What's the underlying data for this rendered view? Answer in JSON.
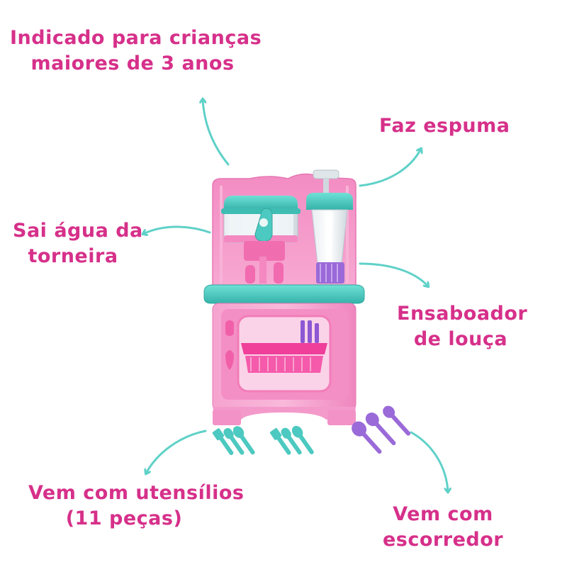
{
  "callouts": {
    "age": {
      "line1": "Indicado para crianças",
      "line2": "maiores de 3 anos"
    },
    "foam": {
      "line1": "Faz espuma"
    },
    "faucet": {
      "line1": "Sai água da",
      "line2": "torneira"
    },
    "soap": {
      "line1": "Ensaboador",
      "line2": "de louça"
    },
    "utensils": {
      "line1": "Vem com utensílios",
      "line2": "(11 peças)"
    },
    "drainer": {
      "line1": "Vem com",
      "line2": "escorredor"
    }
  },
  "colors": {
    "label_text": "#d6308a",
    "arrow": "#5fd1c8",
    "toy_pink": "#f58ec4",
    "toy_pink_dark": "#e668ad",
    "toy_teal": "#4cc9c0",
    "toy_purple": "#9a6ad8"
  },
  "icons": {
    "arrows": "curved-arrow-icon",
    "product": "toy-kitchen-sink"
  }
}
